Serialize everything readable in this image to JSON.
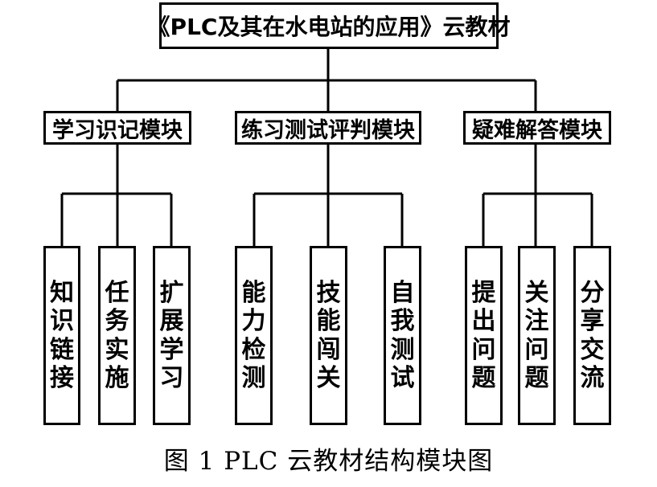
{
  "root": "《PLC及其在水电站的应用》云教材",
  "modules": [
    {
      "title": "学习识记模块",
      "leaves": [
        "知识链接",
        "任务实施",
        "扩展学习"
      ]
    },
    {
      "title": "练习测试评判模块",
      "leaves": [
        "能力检测",
        "技能闯关",
        "自我测试"
      ]
    },
    {
      "title": "疑难解答模块",
      "leaves": [
        "提出问题",
        "关注问题",
        "分享交流"
      ]
    }
  ],
  "caption": "图 1 PLC 云教材结构模块图"
}
